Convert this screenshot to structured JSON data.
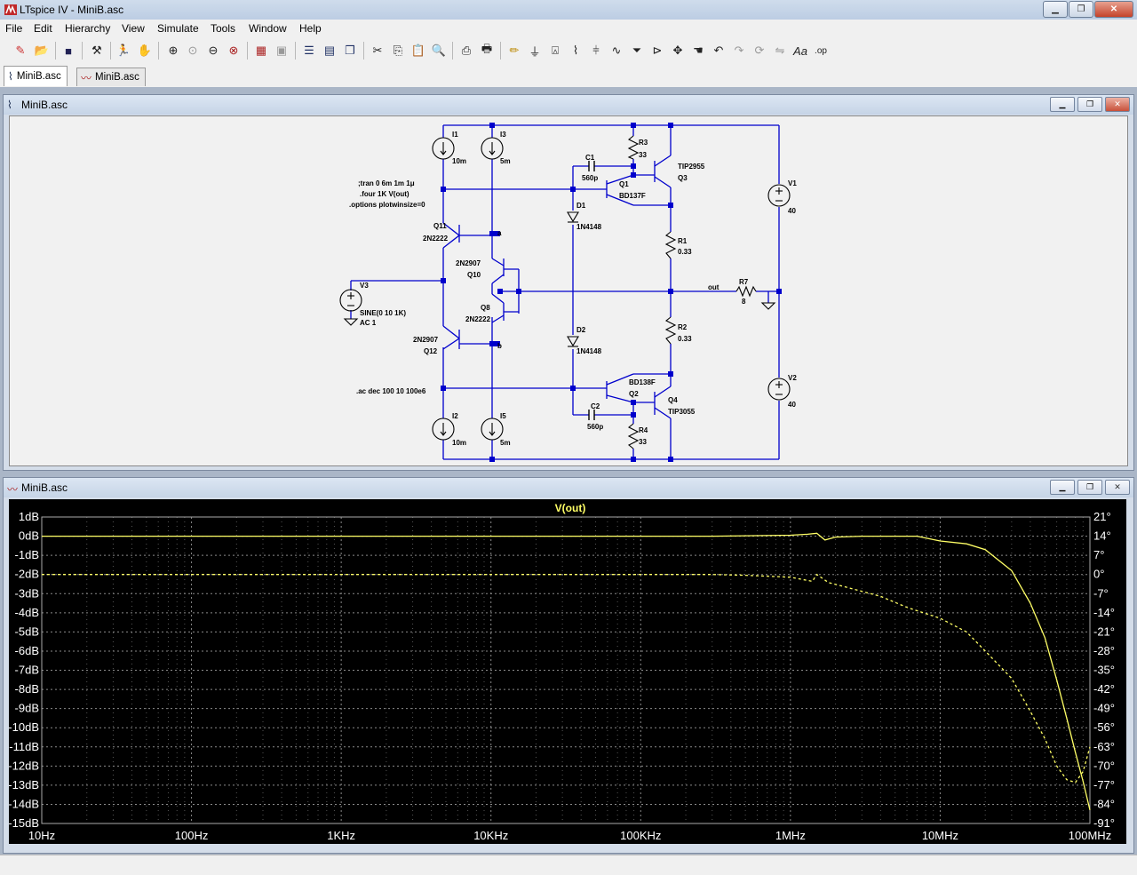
{
  "app": {
    "title": "LTspice IV - MiniB.asc"
  },
  "menu": [
    "File",
    "Edit",
    "Hierarchy",
    "View",
    "Simulate",
    "Tools",
    "Window",
    "Help"
  ],
  "toolbar_icons": [
    "new-schematic",
    "open",
    "save",
    "hammer",
    "run",
    "halt",
    "zoom-in",
    "zoom-pan",
    "zoom-out",
    "zoom-cancel",
    "autorange",
    "zoom-full",
    "tile-horizontal",
    "tile-vertical",
    "cascade",
    "cut",
    "copy",
    "paste",
    "find",
    "print-setup",
    "print",
    "draw-wire",
    "ground",
    "label-net",
    "resistor",
    "capacitor",
    "inductor",
    "diode",
    "component",
    "move",
    "drag",
    "undo",
    "redo",
    "rotate",
    "mirror",
    "text",
    "spice-directive"
  ],
  "tabs": [
    {
      "label": "MiniB.asc",
      "icon": "schematic-icon",
      "active": true
    },
    {
      "label": "MiniB.asc",
      "icon": "waveform-icon",
      "active": false
    }
  ],
  "schematic_window": {
    "title": "MiniB.asc",
    "directives": [
      ";tran 0 6m 1m 1μ",
      ".four 1K V(out)",
      ".options plotwinsize=0"
    ],
    "ac_directive": ".ac dec 100 10 100e6",
    "components": {
      "I1": {
        "name": "I1",
        "value": "10m"
      },
      "I3": {
        "name": "I3",
        "value": "5m"
      },
      "I2": {
        "name": "I2",
        "value": "10m"
      },
      "I5": {
        "name": "I5",
        "value": "5m"
      },
      "R3": {
        "name": "R3",
        "value": "33"
      },
      "R4": {
        "name": "R4",
        "value": "33"
      },
      "R1": {
        "name": "R1",
        "value": "0.33"
      },
      "R2": {
        "name": "R2",
        "value": "0.33"
      },
      "R7": {
        "name": "R7",
        "value": "8"
      },
      "C1": {
        "name": "C1",
        "value": "560p"
      },
      "C2": {
        "name": "C2",
        "value": "560p"
      },
      "D1": {
        "name": "D1",
        "value": "1N4148"
      },
      "D2": {
        "name": "D2",
        "value": "1N4148"
      },
      "Q1": {
        "name": "Q1",
        "value": "BD137F"
      },
      "Q2": {
        "name": "Q2",
        "value": "BD138F"
      },
      "Q3": {
        "name": "Q3",
        "value": "TIP2955"
      },
      "Q4": {
        "name": "Q4",
        "value": "TIP3055"
      },
      "Q11": {
        "name": "Q11",
        "value": "2N2222"
      },
      "Q10": {
        "name": "Q10",
        "value": "2N2907"
      },
      "Q8": {
        "name": "Q8",
        "value": "2N2222"
      },
      "Q12": {
        "name": "Q12",
        "value": "2N2907"
      },
      "V1": {
        "name": "V1",
        "value": "40"
      },
      "V2": {
        "name": "V2",
        "value": "40"
      },
      "V3": {
        "name": "V3",
        "value": "SINE(0 10 1K)",
        "value2": "AC 1"
      }
    },
    "net_labels": {
      "a": "a",
      "b": "b",
      "out": "out"
    }
  },
  "plot_window": {
    "title": "MiniB.asc",
    "trace_label": "V(out)"
  },
  "colors": {
    "trace": "#ffff66",
    "wire": "#0000cc",
    "plot_bg": "#000000",
    "schem_bg": "#f1f1f1"
  },
  "chart_data": {
    "type": "line",
    "title": "V(out)",
    "x_scale": "log",
    "x_ticks": [
      "10Hz",
      "100Hz",
      "1KHz",
      "10KHz",
      "100KHz",
      "1MHz",
      "10MHz",
      "100MHz"
    ],
    "xlim": [
      10,
      100000000
    ],
    "y_left_ticks": [
      "1dB",
      "0dB",
      "-1dB",
      "-2dB",
      "-3dB",
      "-4dB",
      "-5dB",
      "-6dB",
      "-7dB",
      "-8dB",
      "-9dB",
      "-10dB",
      "-11dB",
      "-12dB",
      "-13dB",
      "-14dB",
      "-15dB"
    ],
    "ylim_left": [
      -15,
      1
    ],
    "y_right_ticks": [
      "21°",
      "14°",
      "7°",
      "0°",
      "-7°",
      "-14°",
      "-21°",
      "-28°",
      "-35°",
      "-42°",
      "-49°",
      "-56°",
      "-63°",
      "-70°",
      "-77°",
      "-84°",
      "-91°"
    ],
    "ylim_right": [
      -91,
      21
    ],
    "grid": true,
    "series": [
      {
        "name": "V(out)",
        "style": "solid",
        "x": [
          10,
          100,
          1000,
          10000,
          100000,
          300000,
          1000000,
          1300000,
          1500000,
          1700000,
          2000000,
          3000000,
          5000000,
          7000000,
          10000000,
          15000000,
          20000000,
          30000000,
          40000000,
          50000000,
          60000000,
          70000000,
          80000000,
          90000000,
          100000000
        ],
        "y": [
          0,
          0,
          0,
          0,
          0,
          0,
          0.05,
          0.1,
          0.15,
          -0.2,
          -0.05,
          0,
          0,
          0,
          -0.25,
          -0.4,
          -0.7,
          -1.8,
          -3.5,
          -5.3,
          -7.5,
          -9.5,
          -11.3,
          -12.8,
          -14.3
        ]
      },
      {
        "name": "phase",
        "style": "dashed",
        "axis": "right",
        "x": [
          10,
          100,
          1000,
          10000,
          100000,
          300000,
          500000,
          1000000,
          1400000,
          1500000,
          1800000,
          2500000,
          4000000,
          6000000,
          10000000,
          15000000,
          20000000,
          30000000,
          40000000,
          50000000,
          60000000,
          70000000,
          80000000,
          90000000,
          100000000
        ],
        "y": [
          0,
          0,
          0,
          0,
          0,
          0,
          -0.3,
          -1,
          -2.5,
          0,
          -3,
          -5,
          -8,
          -12,
          -16,
          -21,
          -28,
          -38,
          -50,
          -60,
          -70,
          -75,
          -76,
          -72,
          -63
        ]
      }
    ]
  }
}
